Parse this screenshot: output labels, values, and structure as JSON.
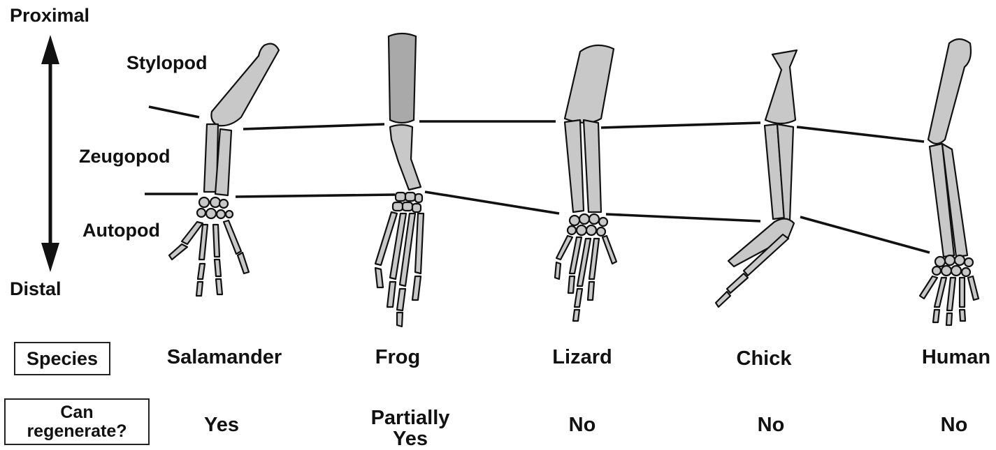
{
  "axis": {
    "top_label": "Proximal",
    "bottom_label": "Distal"
  },
  "segments": {
    "stylopod": "Stylopod",
    "zeugopod": "Zeugopod",
    "autopod": "Autopod"
  },
  "table": {
    "species_header": "Species",
    "regenerate_header_line1": "Can",
    "regenerate_header_line2": "regenerate?",
    "columns": [
      {
        "species": "Salamander",
        "answer_line1": "Yes",
        "answer_line2": ""
      },
      {
        "species": "Frog",
        "answer_line1": "Partially",
        "answer_line2": "Yes"
      },
      {
        "species": "Lizard",
        "answer_line1": "No",
        "answer_line2": ""
      },
      {
        "species": "Chick",
        "answer_line1": "No",
        "answer_line2": ""
      },
      {
        "species": "Human",
        "answer_line1": "No",
        "answer_line2": ""
      }
    ]
  },
  "colors": {
    "bone_fill": "#c8c8c8",
    "outline": "#111111"
  }
}
